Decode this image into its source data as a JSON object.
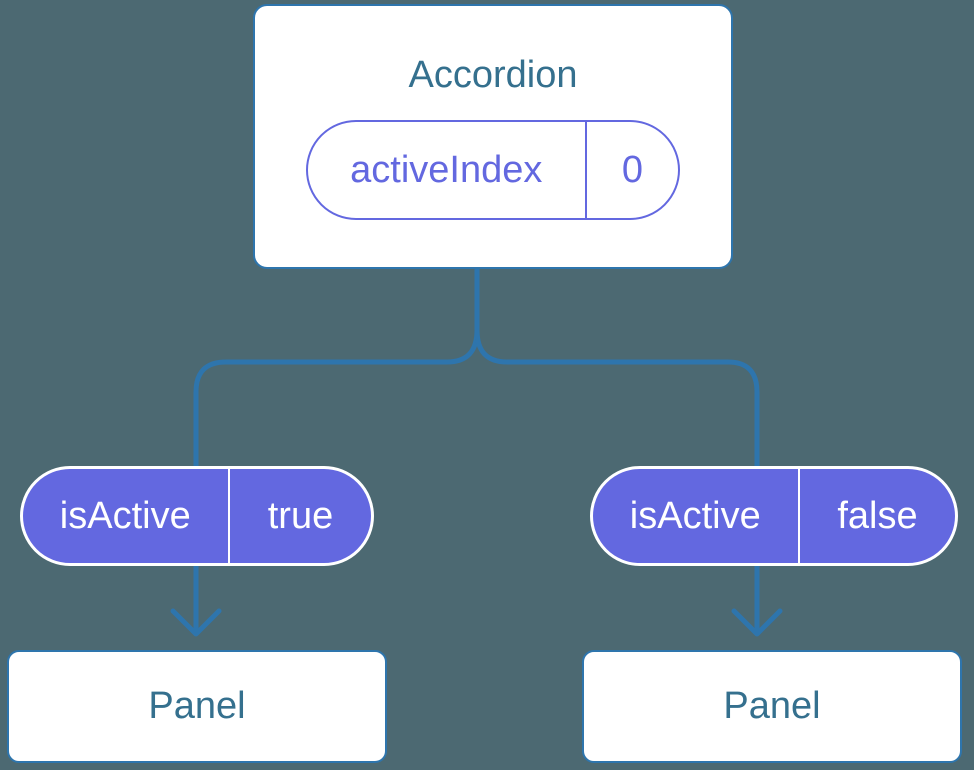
{
  "diagram": {
    "root": {
      "title": "Accordion",
      "prop": {
        "name": "activeIndex",
        "value": "0"
      }
    },
    "branches": [
      {
        "state": {
          "name": "isActive",
          "value": "true"
        },
        "panel": {
          "label": "Panel"
        }
      },
      {
        "state": {
          "name": "isActive",
          "value": "false"
        },
        "panel": {
          "label": "Panel"
        }
      }
    ]
  },
  "colors": {
    "background": "#4C6972",
    "line": "#2E75AD",
    "heading": "#35708E",
    "purple": "#6368E0",
    "box_bg": "#FFFFFF",
    "pill_text": "#FFFFFF"
  }
}
